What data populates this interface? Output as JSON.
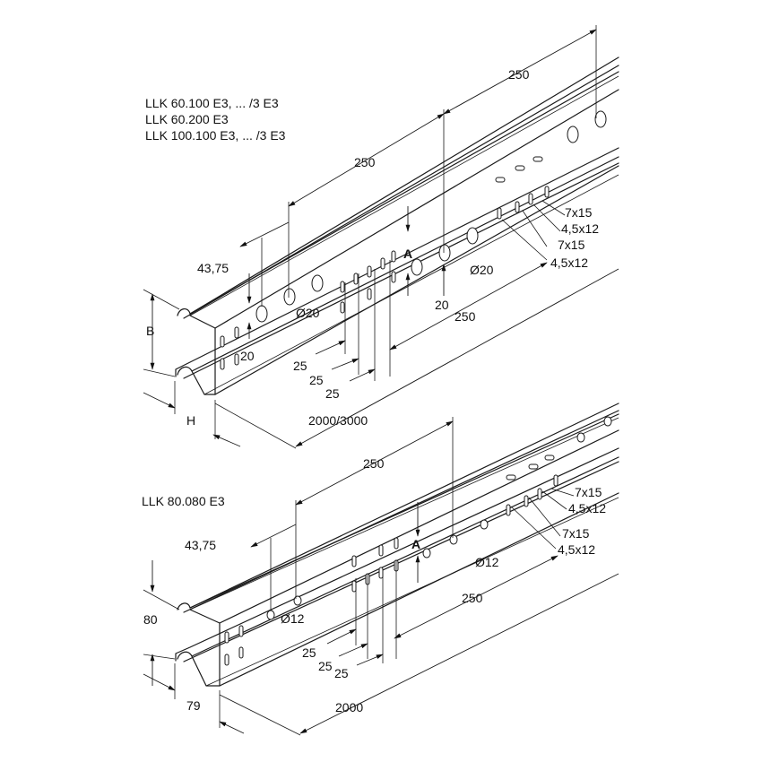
{
  "top": {
    "titles": [
      "LLK 60.100 E3, ... /3 E3",
      "LLK 60.200 E3",
      "LLK 100.100 E3, ... /3 E3"
    ],
    "dims": {
      "d250_top": "250",
      "d250_mid": "250",
      "d250_low": "250",
      "d43_75": "43,75",
      "d20_left": "20",
      "d20_center": "20",
      "dia20_left": "Ø20",
      "dia20_right": "Ø20",
      "A": "A",
      "s7x15_a": "7x15",
      "s4_5x12_a": "4,5x12",
      "s7x15_b": "7x15",
      "s4_5x12_b": "4,5x12",
      "d25_1": "25",
      "d25_2": "25",
      "d25_3": "25",
      "B": "B",
      "H": "H",
      "length": "2000/3000"
    }
  },
  "bottom": {
    "title": "LLK 80.080 E3",
    "dims": {
      "d250_top": "250",
      "d250_low": "250",
      "d43_75": "43,75",
      "dia12_left": "Ø12",
      "dia12_right": "Ø12",
      "A": "A",
      "s7x15_a": "7x15",
      "s4_5x12_a": "4,5x12",
      "s7x15_b": "7x15",
      "s4_5x12_b": "4,5x12",
      "d25_1": "25",
      "d25_2": "25",
      "d25_3": "25",
      "height": "80",
      "width": "79",
      "length": "2000"
    }
  }
}
